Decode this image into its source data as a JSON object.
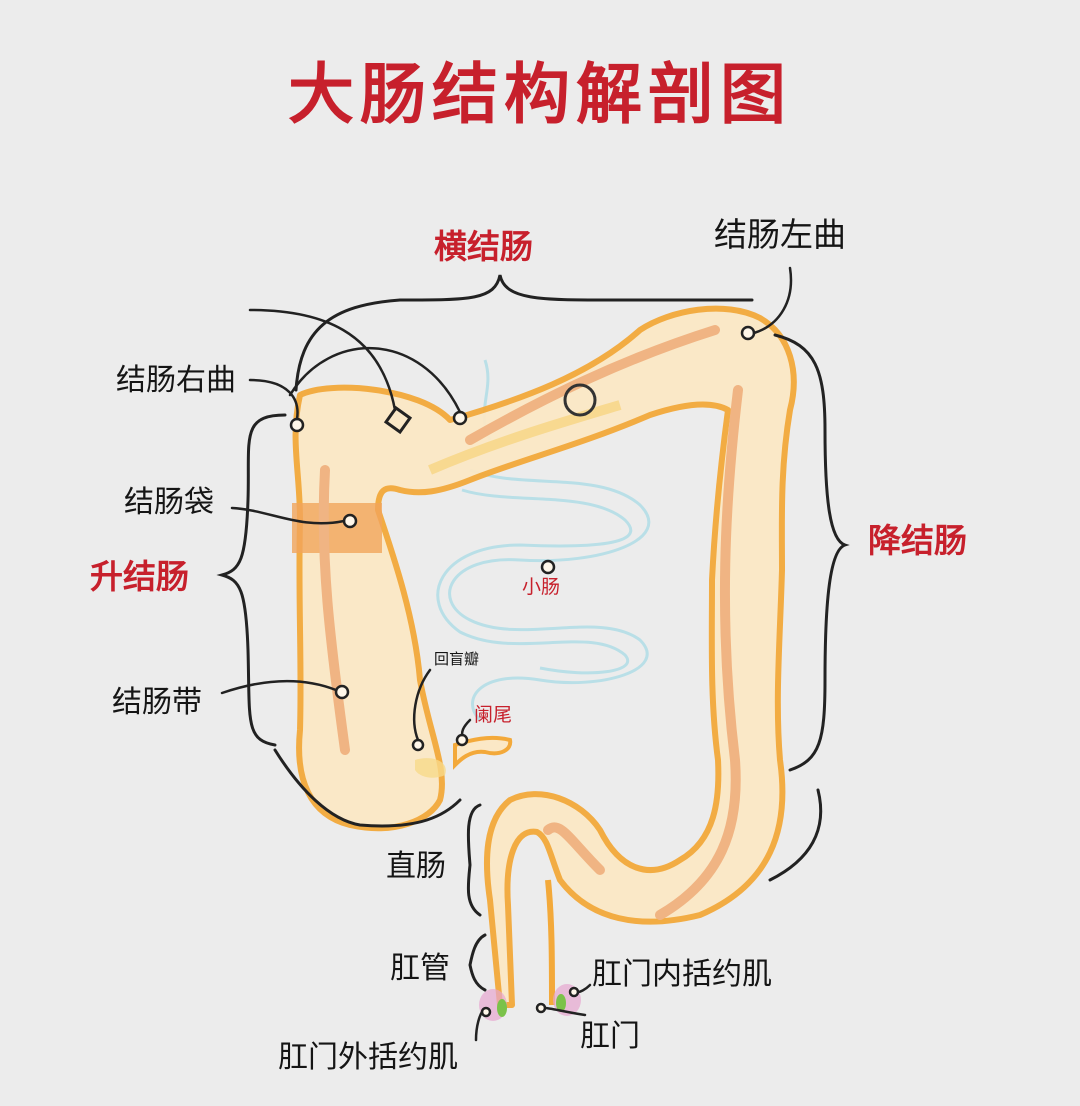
{
  "title": "大肠结构解剖图",
  "labels": {
    "transverse_colon": "横结肠",
    "left_colic_flexure": "结肠左曲",
    "right_colic_flexure": "结肠右曲",
    "haustra": "结肠袋",
    "ascending_colon": "升结肠",
    "descending_colon": "降结肠",
    "small_intestine": "小肠",
    "ileocecal_valve": "回盲瓣",
    "appendix": "阑尾",
    "teniae_coli": "结肠带",
    "rectum": "直肠",
    "anal_canal": "肛管",
    "internal_anal_sphincter": "肛门内括约肌",
    "anus": "肛门",
    "external_anal_sphincter": "肛门外括约肌"
  },
  "colors": {
    "title": "#c7202c",
    "label_accent": "#c7202c",
    "colon_outline": "#f3a93a",
    "colon_fill": "#fbe8c6",
    "teniae": "#f0b483",
    "small_intestine": "#a9dbe6",
    "sphincter": "#e7a6d0",
    "sphincter_inner": "#7bc24a",
    "line": "#222222"
  }
}
